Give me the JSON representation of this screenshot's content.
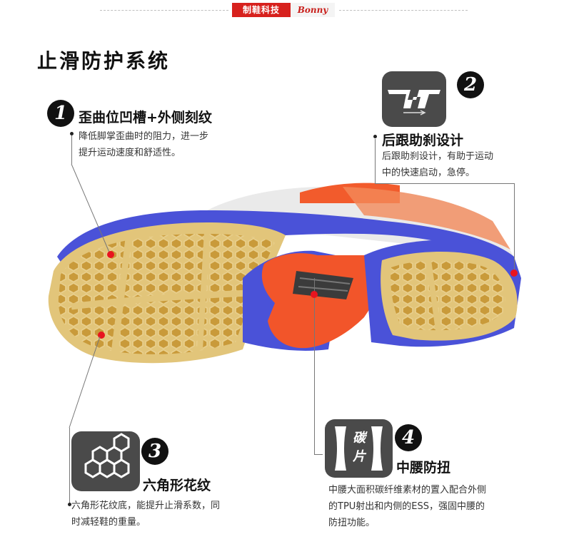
{
  "header": {
    "tag": "制鞋科技",
    "brand": "Bonny"
  },
  "section_title": "止滑防护系统",
  "features": [
    {
      "number": "1",
      "title": "歪曲位凹槽+外侧刻纹",
      "desc": [
        "降低脚掌歪曲时的阻力，进一步",
        "提升运动速度和舒适性。"
      ]
    },
    {
      "number": "2",
      "title": "后跟助刹设计",
      "desc": [
        "后跟助刹设计，有助于运动",
        "中的快速启动，急停。"
      ]
    },
    {
      "number": "3",
      "title": "六角形花纹",
      "desc": [
        "六角形花纹底，能提升止滑系数，同",
        "时减轻鞋的重量。"
      ]
    },
    {
      "number": "4",
      "title": "中腰防扭",
      "desc": [
        "中腰大面积碳纤维素材的置入配合外侧",
        "的TPU射出和内侧的ESS，强固中腰的",
        "防扭功能。"
      ],
      "icon_text": "碳片"
    }
  ],
  "colors": {
    "brand_red": "#d7211d",
    "marker_red": "#e8141f",
    "sole_blue": "#4a52d8",
    "sole_gum": "#e2c57a",
    "sole_orange": "#f2552a",
    "icon_gray": "#4a4a4a"
  },
  "icons": [
    "tpu-heel-icon",
    "hexagon-pattern-icon",
    "carbon-plate-icon"
  ]
}
